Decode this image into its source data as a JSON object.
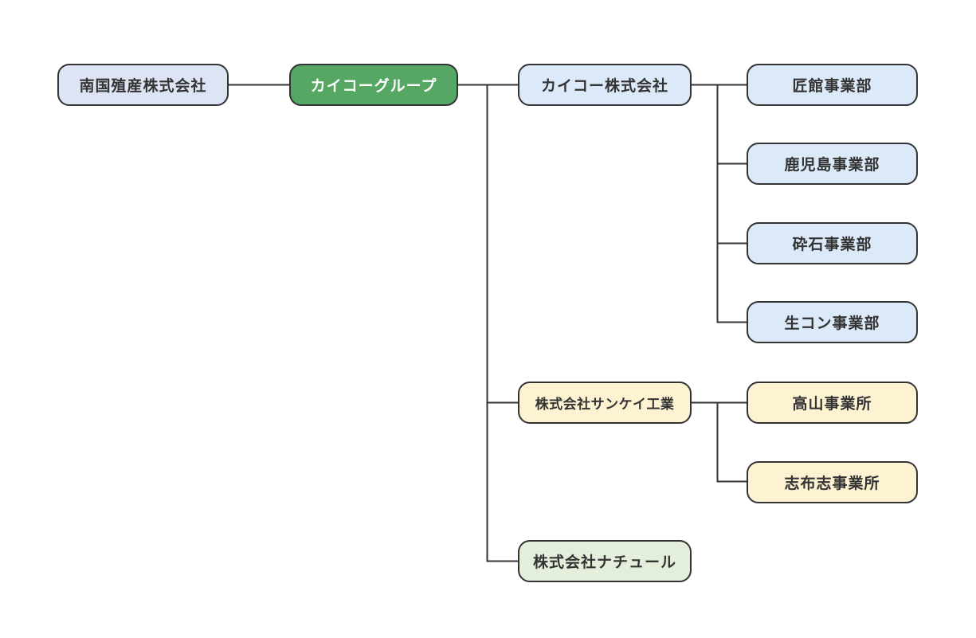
{
  "diagram": {
    "type": "organization-chart",
    "nodes": [
      {
        "id": "nangoku",
        "label": "南国殖産株式会社",
        "color": "lavender",
        "level": "parent-company"
      },
      {
        "id": "kaiko-group",
        "label": "カイコーグループ",
        "color": "green",
        "level": "group-root"
      },
      {
        "id": "kaiko-kk",
        "label": "カイコー株式会社",
        "color": "blue",
        "level": "company"
      },
      {
        "id": "takumikan",
        "label": "匠館事業部",
        "color": "blue",
        "level": "division"
      },
      {
        "id": "kagoshima",
        "label": "鹿児島事業部",
        "color": "blue",
        "level": "division"
      },
      {
        "id": "saiseki",
        "label": "砕石事業部",
        "color": "blue",
        "level": "division"
      },
      {
        "id": "namacon",
        "label": "生コン事業部",
        "color": "blue",
        "level": "division"
      },
      {
        "id": "sankei",
        "label": "株式会社サンケイ工業",
        "color": "cream",
        "level": "company"
      },
      {
        "id": "takayama",
        "label": "高山事業所",
        "color": "cream",
        "level": "office"
      },
      {
        "id": "shibushi",
        "label": "志布志事業所",
        "color": "cream",
        "level": "office"
      },
      {
        "id": "nature",
        "label": "株式会社ナチュール",
        "color": "light-green",
        "level": "company"
      }
    ],
    "edges": [
      {
        "from": "nangoku",
        "to": "kaiko-group"
      },
      {
        "from": "kaiko-group",
        "to": "kaiko-kk"
      },
      {
        "from": "kaiko-group",
        "to": "sankei"
      },
      {
        "from": "kaiko-group",
        "to": "nature"
      },
      {
        "from": "kaiko-kk",
        "to": "takumikan"
      },
      {
        "from": "kaiko-kk",
        "to": "kagoshima"
      },
      {
        "from": "kaiko-kk",
        "to": "saiseki"
      },
      {
        "from": "kaiko-kk",
        "to": "namacon"
      },
      {
        "from": "sankei",
        "to": "takayama"
      },
      {
        "from": "sankei",
        "to": "shibushi"
      }
    ]
  },
  "palette": {
    "page_bg": "#ffffff",
    "node_border": "#333333",
    "line": "#333333",
    "text_dark": "#333333",
    "text_light": "#ffffff",
    "lavender": "#dde4f3",
    "blue": "#dbe9f8",
    "green": "#55a763",
    "cream": "#fdf3d2",
    "light_green": "#e4efdb"
  }
}
